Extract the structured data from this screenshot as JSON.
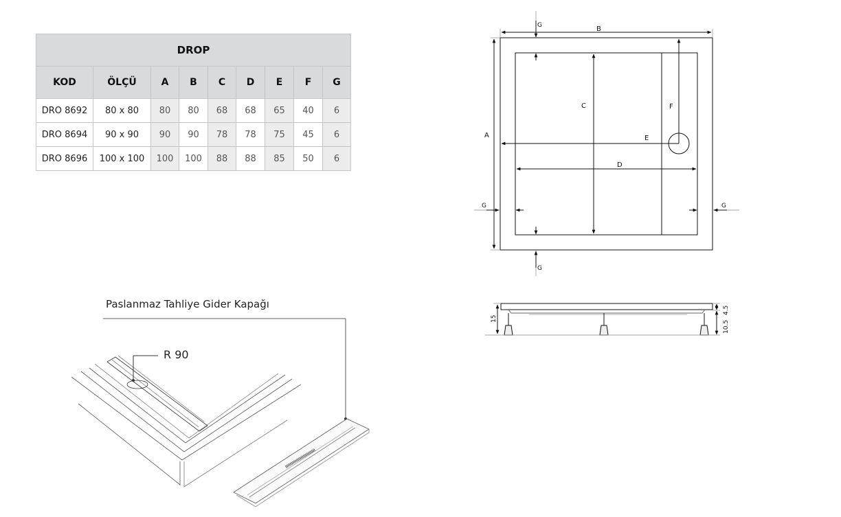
{
  "table": {
    "title": "DROP",
    "headers": [
      "KOD",
      "ÖLÇÜ",
      "A",
      "B",
      "C",
      "D",
      "E",
      "F",
      "G"
    ],
    "rows": [
      [
        "DRO 8692",
        "80 x 80",
        "80",
        "80",
        "68",
        "68",
        "65",
        "40",
        "6"
      ],
      [
        "DRO 8694",
        "90 x 90",
        "90",
        "90",
        "78",
        "78",
        "75",
        "45",
        "6"
      ],
      [
        "DRO 8696",
        "100 x 100",
        "100",
        "100",
        "88",
        "88",
        "85",
        "50",
        "6"
      ]
    ]
  },
  "plan_labels": {
    "a": "A",
    "b": "B",
    "c": "C",
    "d": "D",
    "e": "E",
    "f": "F",
    "g_top": "G",
    "g_left": "G",
    "g_right": "G",
    "g_bottom": "G"
  },
  "side_labels": {
    "height_total": "15",
    "height_top": "4.5",
    "height_bottom": "10.5"
  },
  "detail": {
    "caption": "Paslanmaz Tahliye Gider Kapağı",
    "radius": "R 90"
  }
}
